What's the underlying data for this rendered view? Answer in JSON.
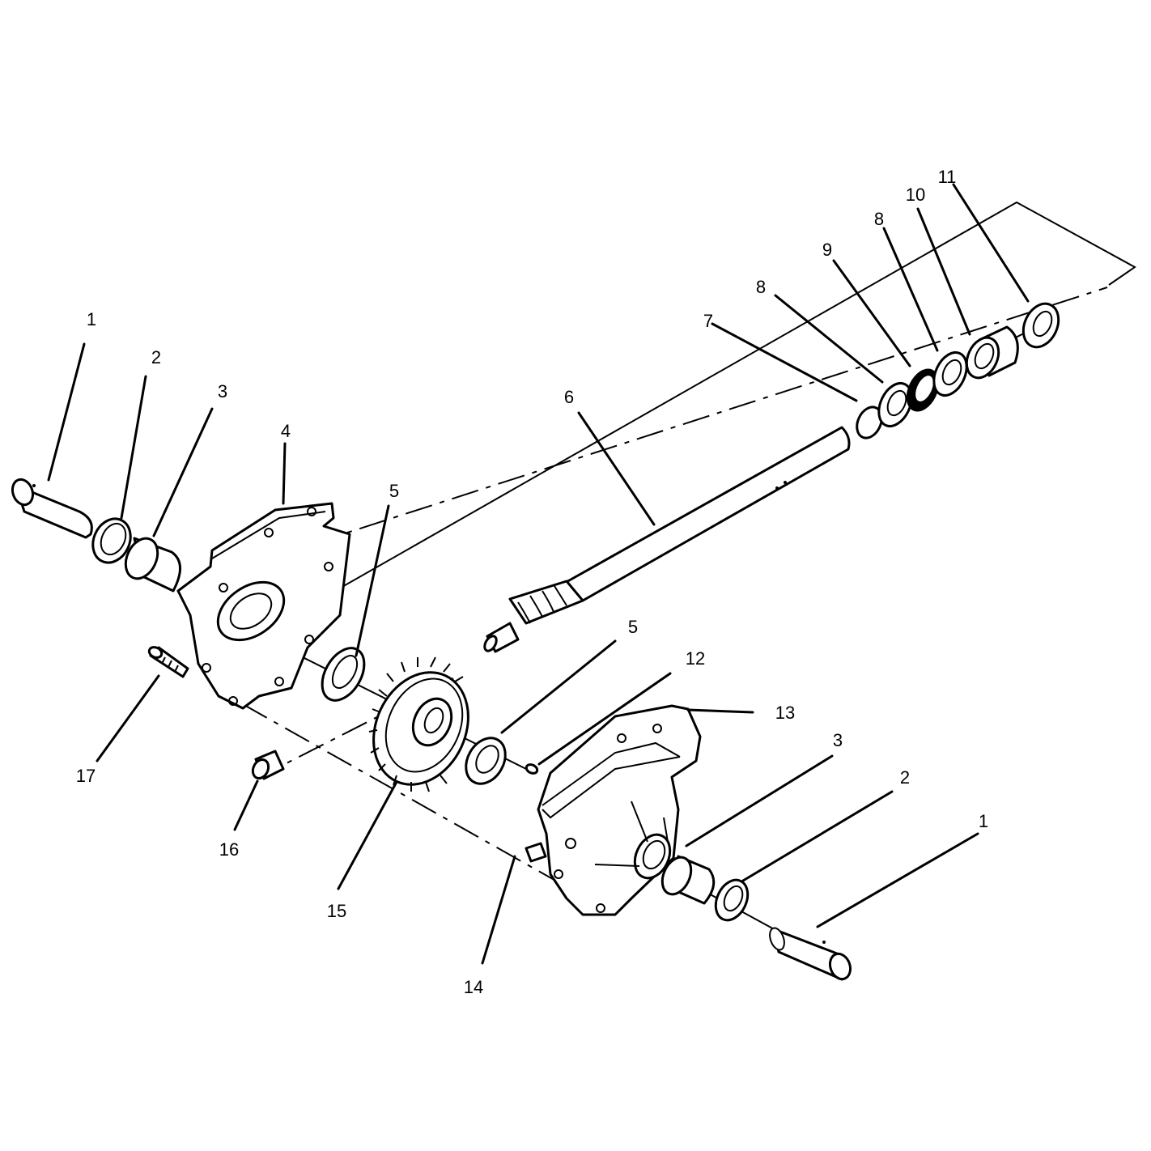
{
  "callouts": [
    "1",
    "2",
    "3",
    "4",
    "5",
    "6",
    "7",
    "8",
    "9",
    "8",
    "10",
    "11",
    "5",
    "12",
    "13",
    "3",
    "2",
    "1",
    "17",
    "16",
    "15",
    "14"
  ]
}
